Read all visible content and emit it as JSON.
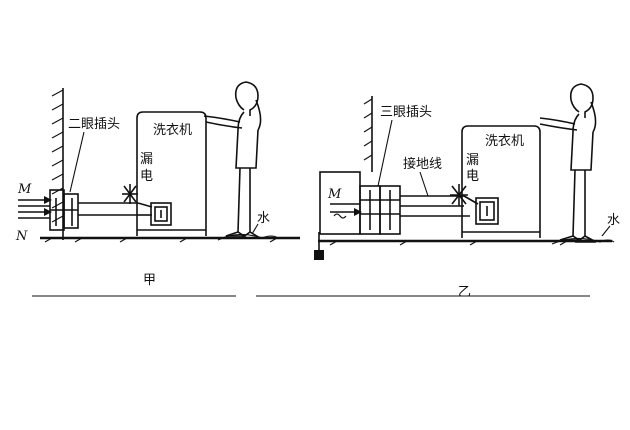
{
  "panel_left": {
    "plug_label": "二眼插头",
    "washer_label": "洗衣机",
    "leak_label_1": "漏",
    "leak_label_2": "电",
    "water_label": "水",
    "wire_m": "M",
    "wire_n": "N",
    "caption": "甲"
  },
  "panel_right": {
    "plug_label": "三眼插头",
    "ground_wire_label": "接地线",
    "washer_label": "洗衣机",
    "leak_label_1": "漏",
    "leak_label_2": "电",
    "water_label": "水",
    "wire_m": "M",
    "caption": "乙"
  }
}
